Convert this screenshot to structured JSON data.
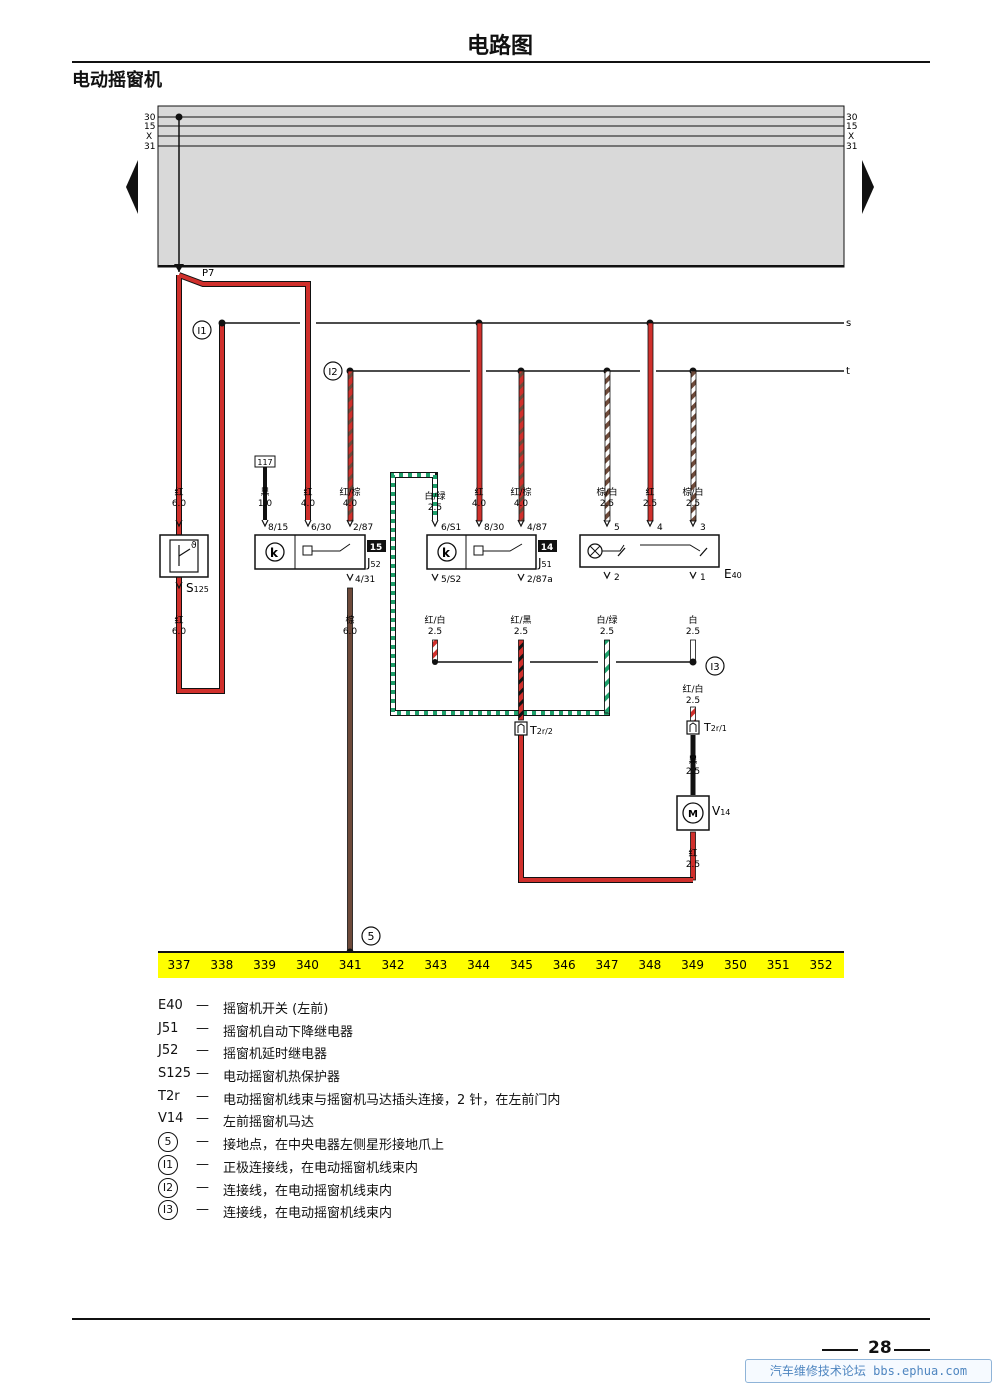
{
  "header": {
    "title": "电路图",
    "section": "电动摇窗机"
  },
  "bus": {
    "left_labels": [
      "30",
      "15",
      "X",
      "31"
    ],
    "right_labels": [
      "30",
      "15",
      "X",
      "31"
    ],
    "splice_label": "P7",
    "line_s": "s",
    "line_t": "t"
  },
  "connections": {
    "i1": "I1",
    "i2": "I2",
    "i3": "I3",
    "ground": "5"
  },
  "wires": [
    {
      "id": "w337a",
      "color": "红",
      "size": "6.0"
    },
    {
      "id": "w337b",
      "color": "红",
      "size": "6.0"
    },
    {
      "id": "w339",
      "color": "黑",
      "size": "1.0"
    },
    {
      "id": "w340",
      "color": "红",
      "size": "4.0"
    },
    {
      "id": "w341a",
      "color": "红/棕",
      "size": "4.0"
    },
    {
      "id": "w341b",
      "color": "棕",
      "size": "6.0"
    },
    {
      "id": "w343a",
      "color": "白/绿",
      "size": "2.5"
    },
    {
      "id": "w343b",
      "color": "红/白",
      "size": "2.5"
    },
    {
      "id": "w344",
      "color": "红",
      "size": "4.0"
    },
    {
      "id": "w345a",
      "color": "红/棕",
      "size": "4.0"
    },
    {
      "id": "w345b",
      "color": "红/黑",
      "size": "2.5"
    },
    {
      "id": "w347a",
      "color": "棕/白",
      "size": "2.5"
    },
    {
      "id": "w347b",
      "color": "白/绿",
      "size": "2.5"
    },
    {
      "id": "w348",
      "color": "红",
      "size": "2.5"
    },
    {
      "id": "w349a",
      "color": "棕/白",
      "size": "2.5"
    },
    {
      "id": "w349b",
      "color": "白",
      "size": "2.5"
    },
    {
      "id": "w349c",
      "color": "红/白",
      "size": "2.5"
    },
    {
      "id": "w349d",
      "color": "黑",
      "size": "2.5"
    },
    {
      "id": "w349e",
      "color": "红",
      "size": "2.5"
    }
  ],
  "components": {
    "s125": {
      "name": "S",
      "sub": "125"
    },
    "j52": {
      "name": "J",
      "sub": "52",
      "box": "15",
      "pins": [
        "8/15",
        "6/30",
        "2/87",
        "4/31"
      ],
      "ref": "117"
    },
    "j51": {
      "name": "J",
      "sub": "51",
      "box": "14",
      "pins": [
        "6/S1",
        "8/30",
        "4/87",
        "5/S2",
        "2/87a"
      ]
    },
    "e40": {
      "name": "E",
      "sub": "40",
      "pins": [
        "5",
        "4",
        "3",
        "2",
        "1"
      ]
    },
    "t2r2": {
      "name": "T",
      "sub": "2r/2"
    },
    "t2r1": {
      "name": "T",
      "sub": "2r/1"
    },
    "v14": {
      "name": "V",
      "sub": "14",
      "symbol": "M"
    }
  },
  "grid": [
    "337",
    "338",
    "339",
    "340",
    "341",
    "342",
    "343",
    "344",
    "345",
    "346",
    "347",
    "348",
    "349",
    "350",
    "351",
    "352"
  ],
  "legend": [
    {
      "code": "E40",
      "desc": "摇窗机开关 (左前)"
    },
    {
      "code": "J51",
      "desc": "摇窗机自动下降继电器"
    },
    {
      "code": "J52",
      "desc": "摇窗机延时继电器"
    },
    {
      "code": "S125",
      "desc": "电动摇窗机热保护器"
    },
    {
      "code": "T2r",
      "desc": "电动摇窗机线束与摇窗机马达插头连接，2 针，在左前门内"
    },
    {
      "code": "V14",
      "desc": "左前摇窗机马达"
    },
    {
      "code": "5",
      "desc": "接地点，在中央电器左侧星形接地爪上"
    },
    {
      "code": "I1",
      "desc": "正极连接线，在电动摇窗机线束内"
    },
    {
      "code": "I2",
      "desc": "连接线，在电动摇窗机线束内"
    },
    {
      "code": "I3",
      "desc": "连接线，在电动摇窗机线束内"
    }
  ],
  "dash": "—",
  "footer": {
    "page": "28",
    "watermark": "汽车维修技术论坛 bbs.ephua.com"
  },
  "colors": {
    "red": "#d0302c",
    "brown": "#6e4a3a",
    "green": "#1ea06b",
    "grid_bar": "#ffff00",
    "panel": "#d9d9d9"
  }
}
